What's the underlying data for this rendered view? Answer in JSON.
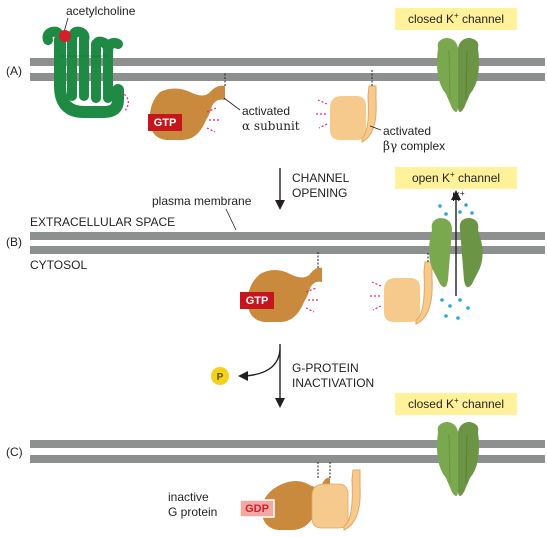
{
  "panels": {
    "a": "(A)",
    "b": "(B)",
    "c": "(C)"
  },
  "labels": {
    "acetylcholine": "acetylcholine",
    "closed_channel": "closed K",
    "open_channel": "open K",
    "channel_suffix": " channel",
    "k_sup": "+",
    "k_ion": "K",
    "activated": "activated",
    "alpha_subunit": "α subunit",
    "by_complex_greek": "βγ",
    "by_complex_rest": " complex",
    "channel_opening_line1": "CHANNEL",
    "channel_opening_line2": "OPENING",
    "plasma_membrane": "plasma membrane",
    "extracellular": "EXTRACELLULAR SPACE",
    "cytosol": "CYTOSOL",
    "inactivation_line1": "G-PROTEIN",
    "inactivation_line2": "INACTIVATION",
    "inactive_line1": "inactive",
    "inactive_line2": "G protein",
    "gtp": "GTP",
    "gdp": "GDP",
    "phosphate": "P"
  },
  "colors": {
    "membrane": "#8c9190",
    "receptor": "#1e8a44",
    "alpha": "#c98a3e",
    "beta_gamma": "#f6c98c",
    "channel": "#7aa84f",
    "gtp_box": "#c4161c",
    "gdp_box": "#f2a9a3",
    "label_box": "#fff29a",
    "ion": "#29a7d8",
    "phosphate": "#f4d21a",
    "accent_dash": "#e6208a"
  }
}
